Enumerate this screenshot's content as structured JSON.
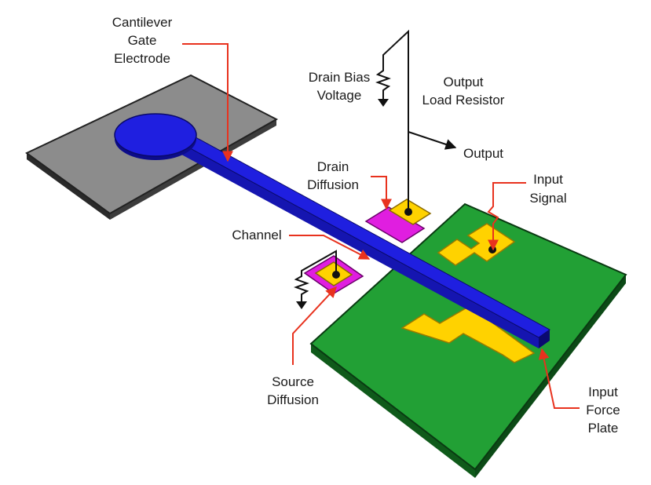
{
  "labels": {
    "cantilever_gate_electrode": [
      "Cantilever",
      "Gate",
      "Electrode"
    ],
    "drain_bias_voltage": [
      "Drain Bias",
      "Voltage"
    ],
    "output_load_resistor": [
      "Output",
      "Load Resistor"
    ],
    "output": "Output",
    "drain_diffusion": [
      "Drain",
      "Diffusion"
    ],
    "input_signal": [
      "Input",
      "Signal"
    ],
    "channel": "Channel",
    "source_diffusion": [
      "Source",
      "Diffusion"
    ],
    "input_force_plate": [
      "Input",
      "Force",
      "Plate"
    ]
  },
  "colors": {
    "substrate_left": "#8c8c8c",
    "substrate_right": "#22a035",
    "cantilever": "#1f1fe0",
    "diffusion": "#e01ee0",
    "contact_pad": "#ffd200",
    "callout_arrow": "#e8321e",
    "wire": "#111111"
  }
}
